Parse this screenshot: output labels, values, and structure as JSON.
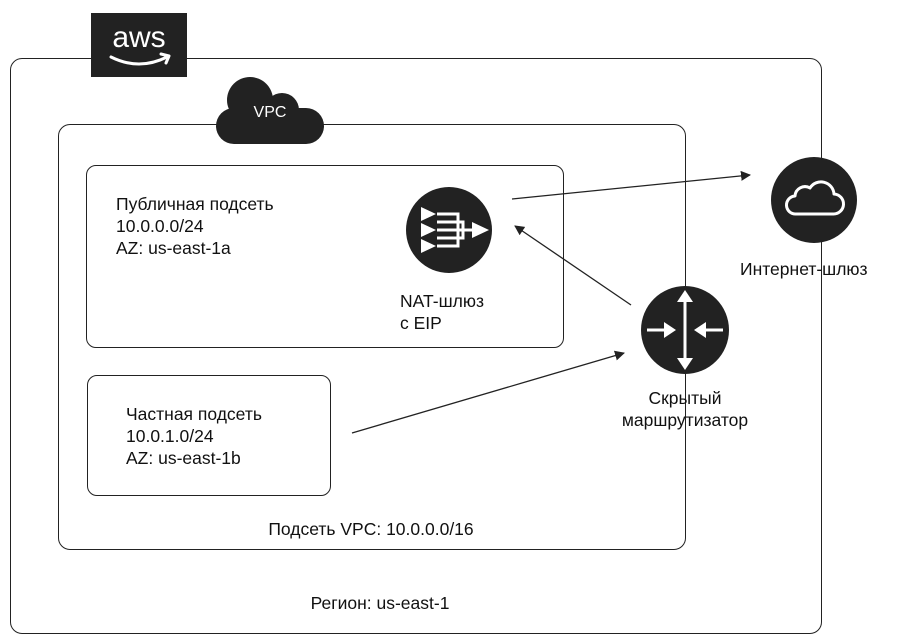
{
  "logo": {
    "text": "aws"
  },
  "region": {
    "label": "Регион: us-east-1"
  },
  "vpc": {
    "cloud_label": "VPC",
    "cidr_label": "Подсеть VPC: 10.0.0.0/16"
  },
  "public_subnet": {
    "lines": [
      "Публичная подсеть",
      "10.0.0.0/24",
      "AZ: us-east-1a"
    ]
  },
  "private_subnet": {
    "lines": [
      "Частная подсеть",
      "10.0.1.0/24",
      "AZ: us-east-1b"
    ]
  },
  "nat_gateway": {
    "lines": [
      "NAT-шлюз",
      "с EIP"
    ],
    "icon": "nat-gateway-icon"
  },
  "router": {
    "lines": [
      "Скрытый",
      "маршрутизатор"
    ],
    "icon": "router-icon"
  },
  "internet_gateway": {
    "label": "Интернет-шлюз",
    "icon": "cloud-icon"
  },
  "colors": {
    "icon_fill": "#222222",
    "line": "#222222",
    "background": "#ffffff"
  }
}
